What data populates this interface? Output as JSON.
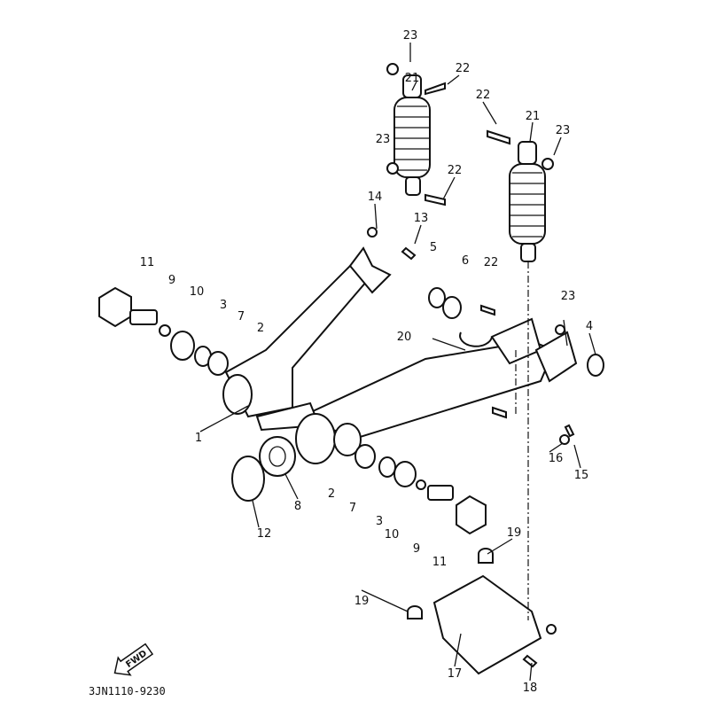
{
  "diagram": {
    "part_code": "3JN1110-9230",
    "fwd_label": "FWD",
    "callouts": [
      "23",
      "21",
      "22",
      "23",
      "22",
      "22",
      "21",
      "23",
      "14",
      "13",
      "5",
      "6",
      "22",
      "23",
      "4",
      "11",
      "9",
      "10",
      "3",
      "7",
      "2",
      "20",
      "1",
      "16",
      "15",
      "8",
      "2",
      "7",
      "12",
      "3",
      "10",
      "9",
      "11",
      "19",
      "19",
      "17",
      "18"
    ]
  }
}
